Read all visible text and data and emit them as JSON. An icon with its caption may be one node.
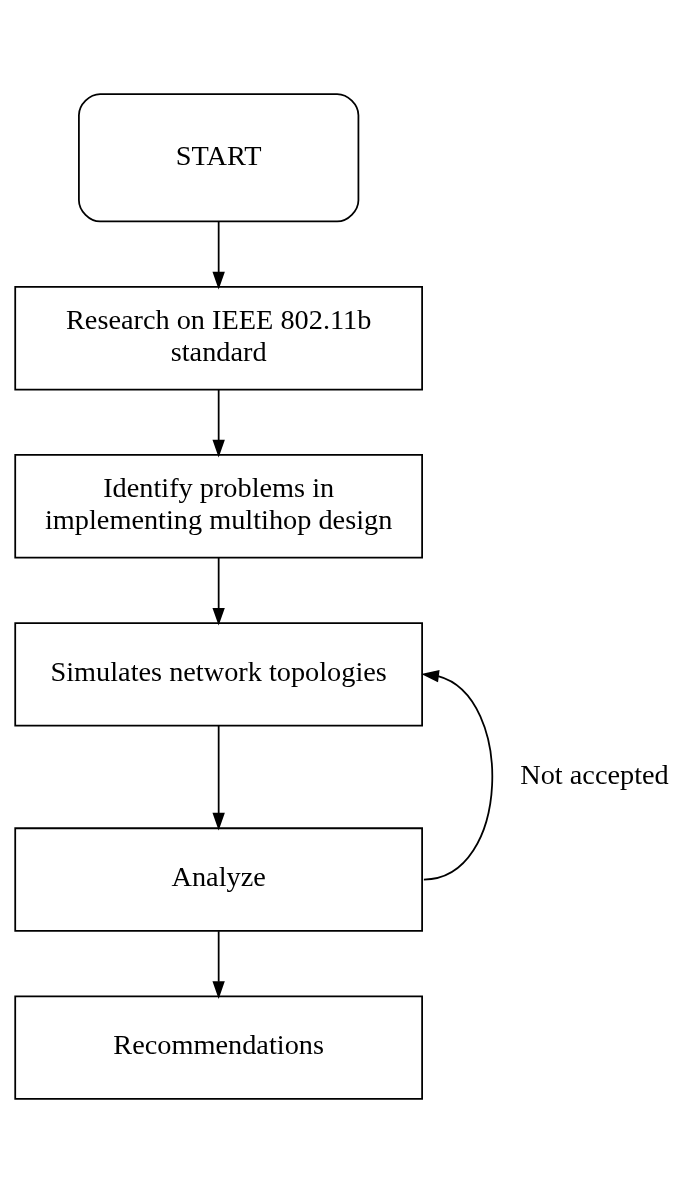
{
  "diagram": {
    "nodes": [
      {
        "text": [
          "START"
        ]
      },
      {
        "text": [
          "Research on IEEE 802.11b standard"
        ]
      },
      {
        "text": [
          "Identify problems in implementing multihop design"
        ]
      },
      {
        "text": [
          "Simulates network topologies"
        ]
      },
      {
        "text": [
          "Analyze"
        ]
      },
      {
        "text": [
          "Recommendations"
        ]
      }
    ],
    "edges": [
      {
        "from": 0,
        "to": 1,
        "arrow": "to"
      },
      {
        "from": 1,
        "to": 2,
        "arrow": "to"
      },
      {
        "from": 2,
        "to": 3,
        "arrow": "to"
      },
      {
        "from": 3,
        "to": 4,
        "arrow": "to"
      },
      {
        "from": 4,
        "to": 5,
        "arrow": "to"
      },
      {
        "from": 4,
        "to": 3,
        "arrow": "to",
        "label": "Not accepted"
      }
    ]
  }
}
